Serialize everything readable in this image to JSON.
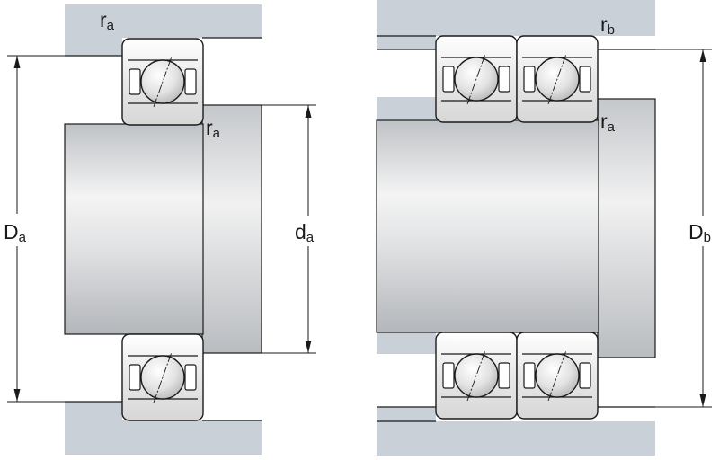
{
  "labels": {
    "ra_top_left": {
      "main": "r",
      "sub": "a"
    },
    "ra_mid_left": {
      "main": "r",
      "sub": "a"
    },
    "Da": {
      "main": "D",
      "sub": "a"
    },
    "da": {
      "main": "d",
      "sub": "a"
    },
    "rb_top_right": {
      "main": "r",
      "sub": "b"
    },
    "ra_mid_right": {
      "main": "r",
      "sub": "a"
    },
    "Db": {
      "main": "D",
      "sub": "b"
    }
  },
  "colors": {
    "housing": "#c9d0d8",
    "outline": "#1a1a1a",
    "background": "#ffffff"
  }
}
